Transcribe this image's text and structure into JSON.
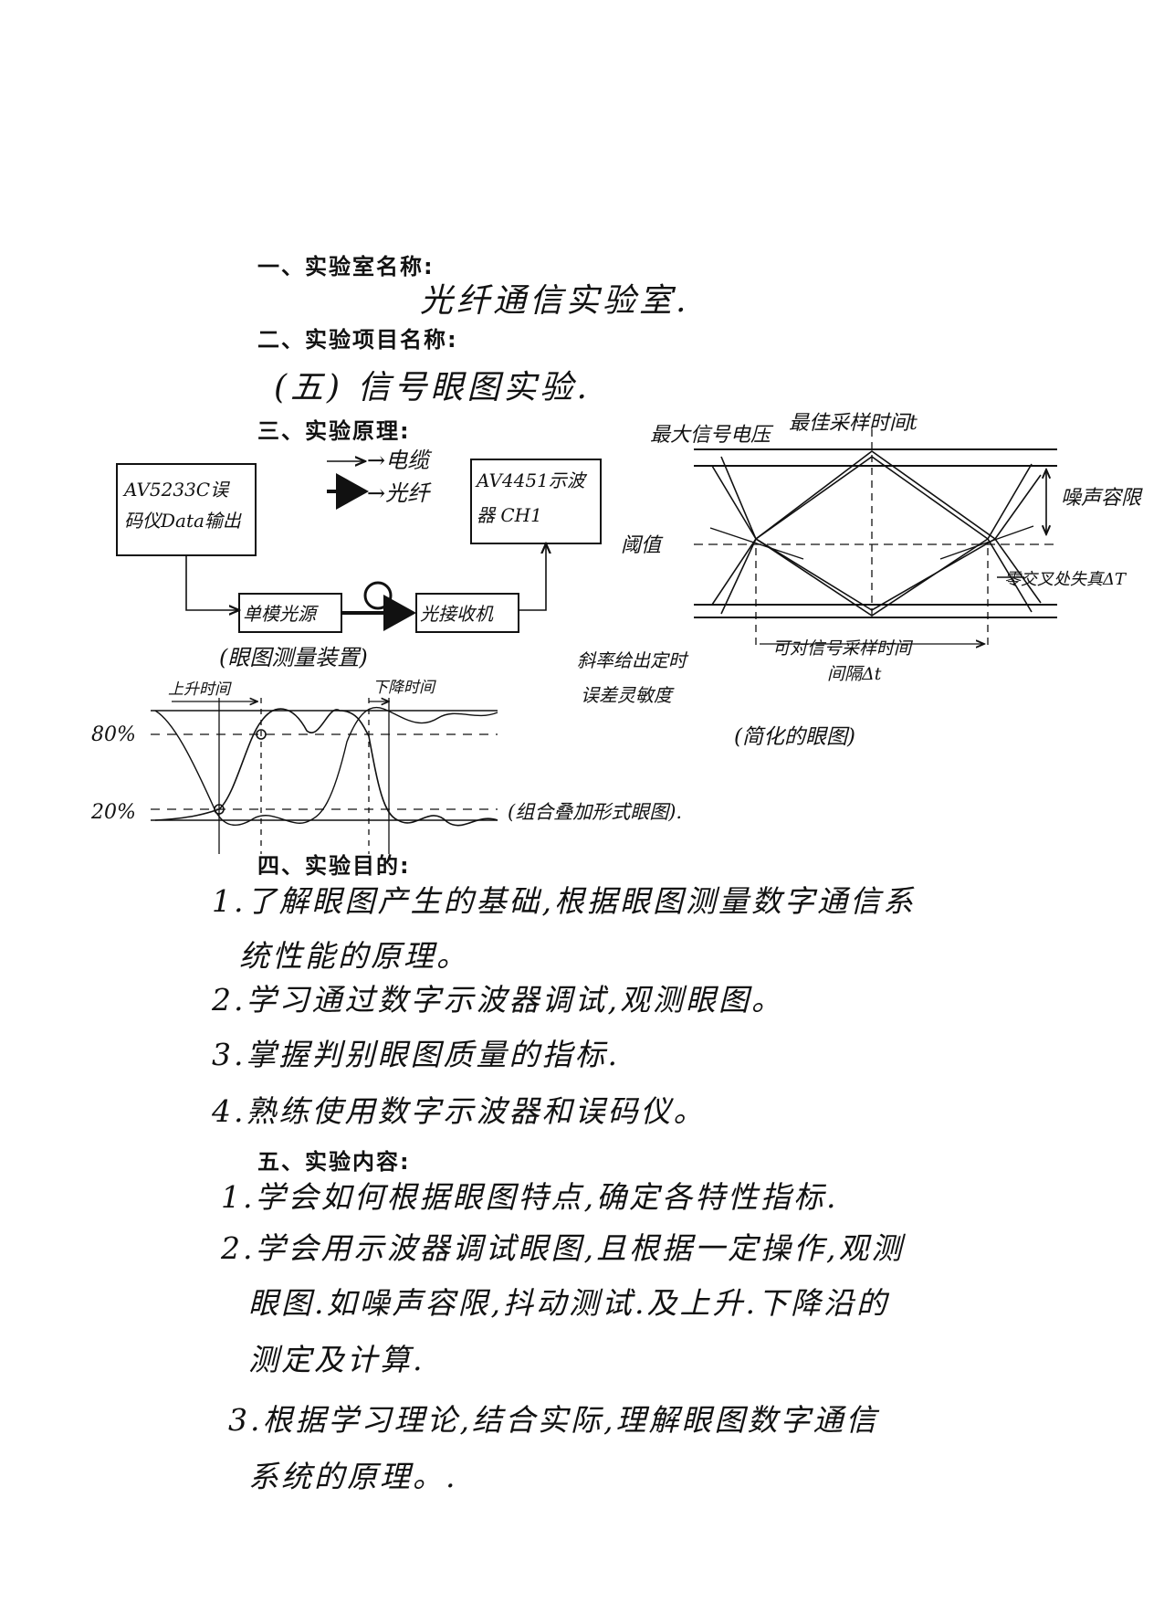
{
  "sections": {
    "lab_name": {
      "heading": "一、实验室名称:",
      "value": "光纤通信实验室."
    },
    "project": {
      "heading": "二、实验项目名称:",
      "value": "(五) 信号眼图实验."
    },
    "principle": {
      "heading": "三、实验原理:"
    },
    "purpose": {
      "heading": "四、实验目的:",
      "items": [
        "1.了解眼图产生的基础,根据眼图测量数字通信系",
        "统性能的原理。",
        "2.学习通过数字示波器调试,观测眼图。",
        "3.掌握判别眼图质量的指标.",
        "4.熟练使用数字示波器和误码仪。"
      ]
    },
    "content": {
      "heading": "五、实验内容:",
      "items": [
        "1.学会如何根据眼图特点,确定各特性指标.",
        "2.学会用示波器调试眼图,且根据一定操作,观测",
        "眼图.如噪声容限,抖动测试.及上升.下降沿的",
        "测定及计算.",
        "3.根据学习理论,结合实际,理解眼图数字通信",
        "系统的原理。."
      ]
    }
  },
  "setup_diagram": {
    "legend_cable": "→电缆",
    "legend_fiber": "→光纤",
    "box_generator": [
      "AV5233C误",
      "码仪Data输出"
    ],
    "box_oscilloscope": [
      "AV4451示波",
      "器 CH1"
    ],
    "box_source": "单模光源",
    "box_receiver": "光接收机",
    "caption": "(眼图测量装置)"
  },
  "eye_diagram": {
    "label_max_voltage": "最大信号电压",
    "label_best_time": "最佳采样时间t",
    "label_noise_margin": "噪声容限",
    "label_threshold": "阈值",
    "label_zero_crossing": "零交叉处失真ΔT",
    "label_sensitivity": [
      "斜率给出定时",
      "误差灵敏度"
    ],
    "label_interval": [
      "可对信号采样时间",
      "间隔Δt"
    ],
    "caption": "(简化的眼图)"
  },
  "waveform": {
    "label_rise": "上升时间",
    "label_fall": "下降时间",
    "label_80": "80%",
    "label_20": "20%",
    "caption": "(组合叠加形式眼图)."
  }
}
